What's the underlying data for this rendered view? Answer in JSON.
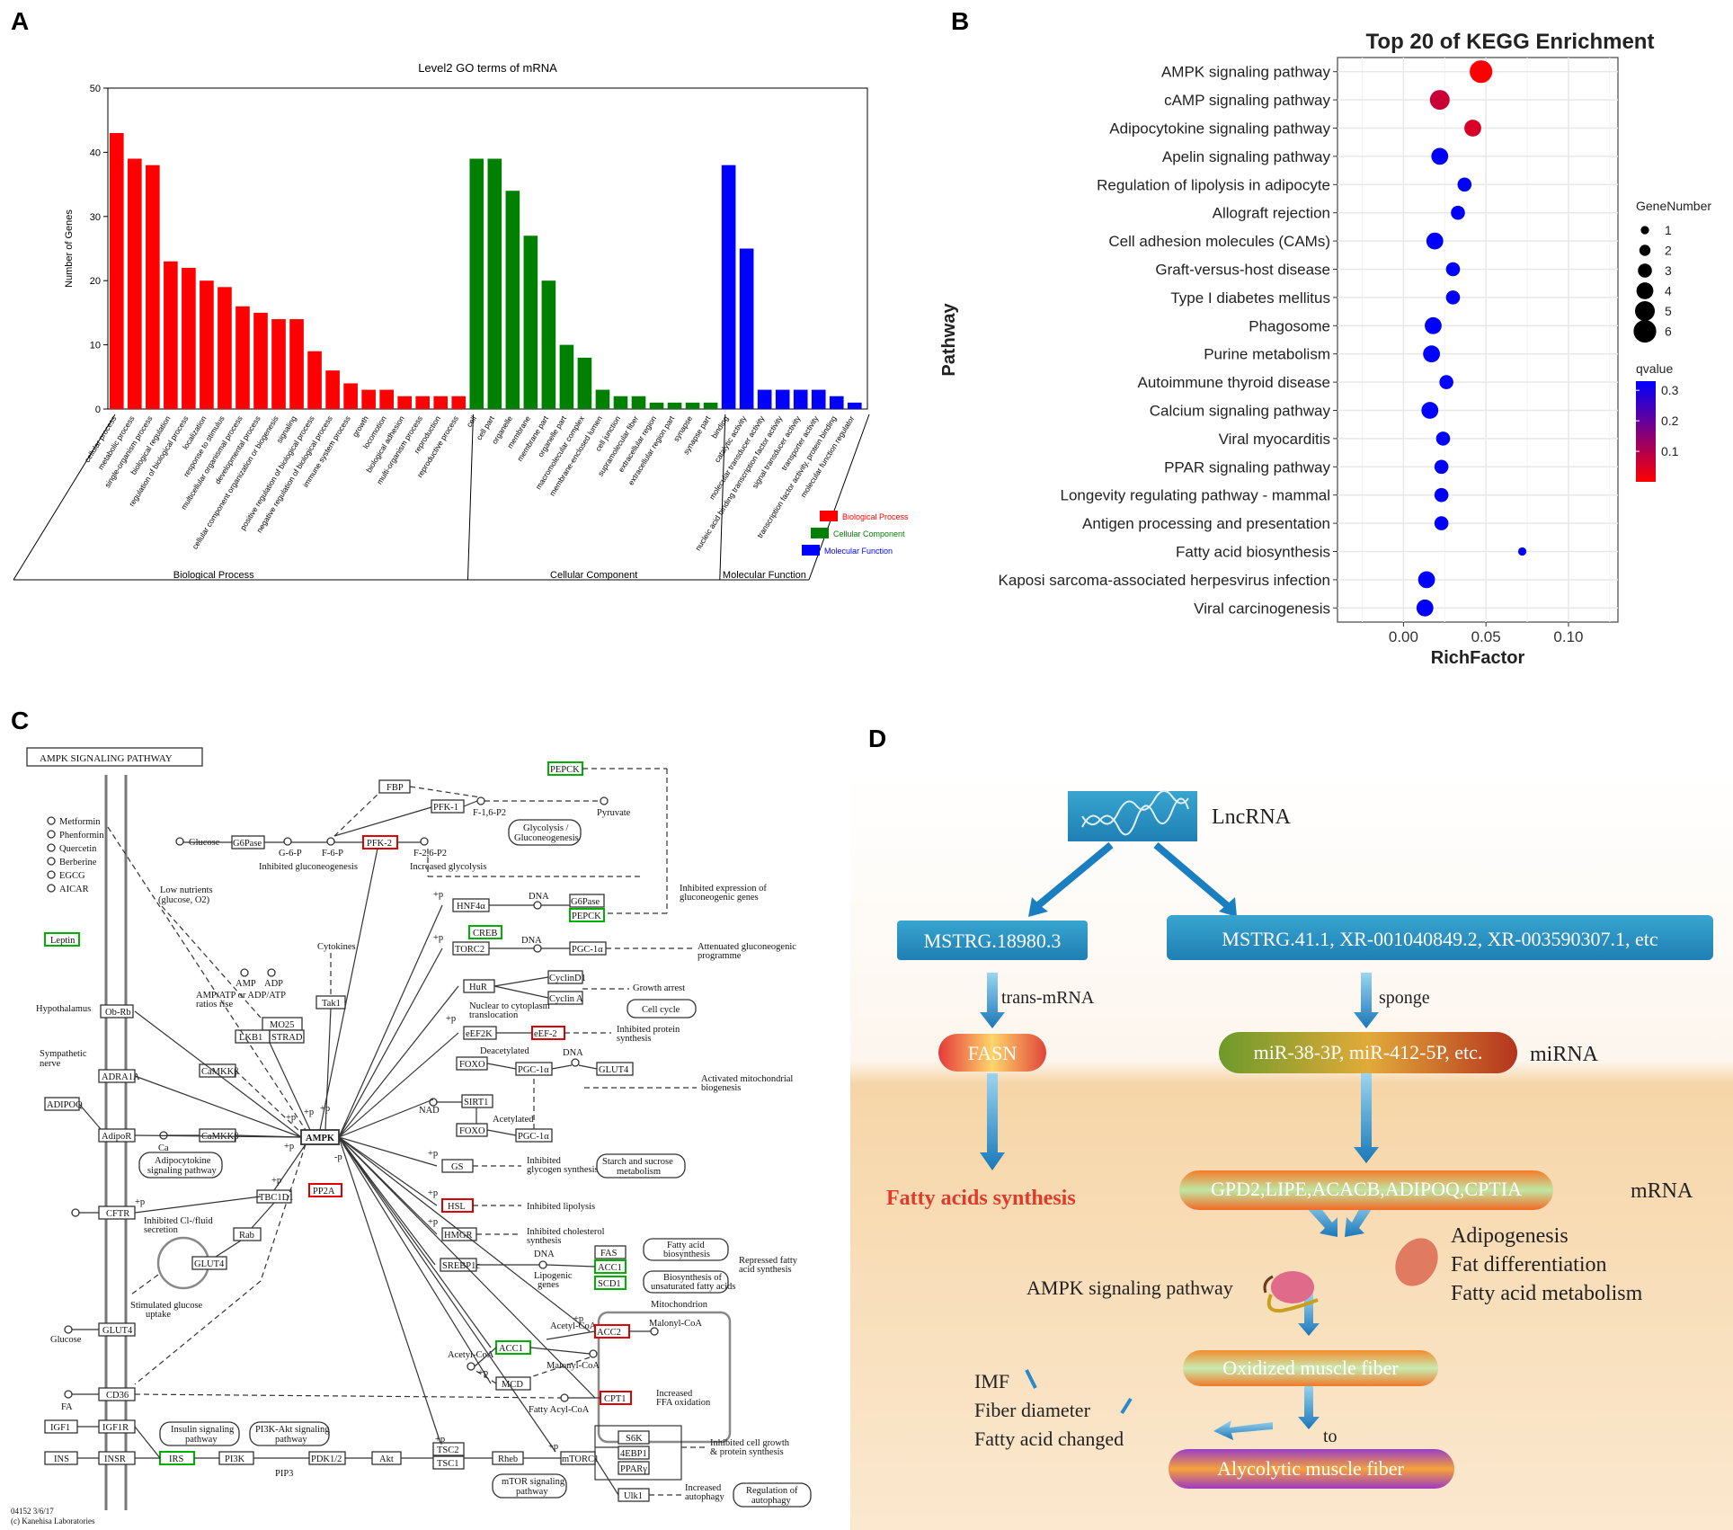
{
  "panels": {
    "a": "A",
    "b": "B",
    "c": "C",
    "d": "D"
  },
  "chart_data": [
    {
      "type": "bar",
      "panel": "A",
      "title": "Level2 GO terms of mRNA",
      "xlabel": "",
      "ylabel": "Number of Genes",
      "ylim": [
        0,
        50
      ],
      "yticks": [
        0,
        10,
        20,
        30,
        40,
        50
      ],
      "legend_position": "right",
      "groups": [
        {
          "name": "Biological Process",
          "label": "Biological Process",
          "color": "#ff0000",
          "categories": [
            "cellular process",
            "metabolic process",
            "single-organism process",
            "biological regulation",
            "regulation of biological process",
            "localization",
            "response to stimulus",
            "multicellular organismal process",
            "developmental process",
            "cellular component organization or biogenesis",
            "signaling",
            "positive regulation of biological process",
            "negative regulation of biological process",
            "immune system process",
            "growth",
            "locomotion",
            "biological adhesion",
            "multi-organism process",
            "reproduction",
            "reproductive process"
          ],
          "values": [
            43,
            39,
            38,
            23,
            22,
            20,
            19,
            16,
            15,
            14,
            14,
            9,
            6,
            4,
            3,
            3,
            2,
            2,
            2,
            2
          ]
        },
        {
          "name": "Cellular Component",
          "label": "Cellular Component",
          "color": "#008000",
          "categories": [
            "cell",
            "cell part",
            "organelle",
            "membrane",
            "membrane part",
            "organelle part",
            "macromolecular complex",
            "membrane-enclosed lumen",
            "cell junction",
            "supramolecular fiber",
            "extracellular region",
            "extracellular region part",
            "synapse",
            "synapse part"
          ],
          "values": [
            39,
            39,
            34,
            27,
            20,
            10,
            8,
            3,
            2,
            2,
            1,
            1,
            1,
            1
          ]
        },
        {
          "name": "Molecular Function",
          "label": "Molecular Function",
          "color": "#0000ff",
          "categories": [
            "binding",
            "catalytic activity",
            "molecular transducer activity",
            "nucleic acid binding transcription factor activity",
            "signal transducer activity",
            "transporter activity",
            "transcription factor activity, protein binding",
            "molecular function regulator"
          ],
          "values": [
            38,
            25,
            3,
            3,
            3,
            3,
            2,
            1
          ]
        }
      ]
    },
    {
      "type": "scatter",
      "panel": "B",
      "title": "Top 20 of KEGG Enrichment",
      "xlabel": "RichFactor",
      "ylabel": "Pathway",
      "xlim": [
        -0.04,
        0.13
      ],
      "xticks": [
        "0.00",
        "0.05",
        "0.10"
      ],
      "xtick_values": [
        0,
        0.05,
        0.1
      ],
      "grid": true,
      "size_legend_title": "GeneNumber",
      "size_legend": [
        1,
        2,
        3,
        4,
        5,
        6
      ],
      "color_legend_title": "qvalue",
      "color_legend_ticks": [
        "0.3",
        "0.2",
        "0.1"
      ],
      "color_legend_tick_values": [
        0.3,
        0.2,
        0.1
      ],
      "color_scale": {
        "low": "#ff0000",
        "high": "#0000ff",
        "qmin": 0.0,
        "qmax": 0.33
      },
      "points": [
        {
          "pathway": "AMPK signaling pathway",
          "richfactor": 0.047,
          "genes": 6,
          "qvalue": 0.0
        },
        {
          "pathway": "cAMP signaling pathway",
          "richfactor": 0.022,
          "genes": 5,
          "qvalue": 0.07
        },
        {
          "pathway": "Adipocytokine signaling pathway",
          "richfactor": 0.042,
          "genes": 4,
          "qvalue": 0.05
        },
        {
          "pathway": "Apelin signaling pathway",
          "richfactor": 0.022,
          "genes": 4,
          "qvalue": 0.33
        },
        {
          "pathway": "Regulation of lipolysis in adipocyte",
          "richfactor": 0.037,
          "genes": 3,
          "qvalue": 0.33
        },
        {
          "pathway": "Allograft rejection",
          "richfactor": 0.033,
          "genes": 3,
          "qvalue": 0.33
        },
        {
          "pathway": "Cell adhesion molecules (CAMs)",
          "richfactor": 0.019,
          "genes": 4,
          "qvalue": 0.33
        },
        {
          "pathway": "Graft-versus-host disease",
          "richfactor": 0.03,
          "genes": 3,
          "qvalue": 0.33
        },
        {
          "pathway": "Type I diabetes mellitus",
          "richfactor": 0.03,
          "genes": 3,
          "qvalue": 0.33
        },
        {
          "pathway": "Phagosome",
          "richfactor": 0.018,
          "genes": 4,
          "qvalue": 0.33
        },
        {
          "pathway": "Purine metabolism",
          "richfactor": 0.017,
          "genes": 4,
          "qvalue": 0.33
        },
        {
          "pathway": "Autoimmune thyroid disease",
          "richfactor": 0.026,
          "genes": 3,
          "qvalue": 0.33
        },
        {
          "pathway": "Calcium signaling pathway",
          "richfactor": 0.016,
          "genes": 4,
          "qvalue": 0.33
        },
        {
          "pathway": "Viral myocarditis",
          "richfactor": 0.024,
          "genes": 3,
          "qvalue": 0.33
        },
        {
          "pathway": "PPAR signaling pathway",
          "richfactor": 0.023,
          "genes": 3,
          "qvalue": 0.33
        },
        {
          "pathway": "Longevity regulating pathway - mammal",
          "richfactor": 0.023,
          "genes": 3,
          "qvalue": 0.33
        },
        {
          "pathway": "Antigen processing and presentation",
          "richfactor": 0.023,
          "genes": 3,
          "qvalue": 0.33
        },
        {
          "pathway": "Fatty acid biosynthesis",
          "richfactor": 0.072,
          "genes": 1,
          "qvalue": 0.33
        },
        {
          "pathway": "Kaposi sarcoma-associated herpesvirus infection",
          "richfactor": 0.014,
          "genes": 4,
          "qvalue": 0.33
        },
        {
          "pathway": "Viral carcinogenesis",
          "richfactor": 0.013,
          "genes": 4,
          "qvalue": 0.33
        }
      ]
    }
  ],
  "kegg": {
    "title": "AMPK SIGNALING PATHWAY",
    "footer1": "04152 3/6/17",
    "footer2": "(c) Kanehisa Laboratories",
    "drugs": [
      "Metformin",
      "Phenformin",
      "Quercetin",
      "Berberine",
      "EGCG",
      "AICAR"
    ],
    "cl": "Cl",
    "nodes": {
      "leptin": "Leptin",
      "obrb": "Ob-Rb",
      "adra1a": "ADRA1A",
      "adipoq": "ADIPOQ",
      "adipor": "AdipoR",
      "cftr": "CFTR",
      "glut4m": "GLUT4",
      "cd36": "CD36",
      "igf1": "IGF1",
      "igf1r": "IGF1R",
      "ins": "INS",
      "insr": "INSR",
      "irs": "IRS",
      "pi3k": "PI3K",
      "pdk": "PDK1/2",
      "akt": "Akt",
      "tsc2": "TSC2",
      "tsc1": "TSC1",
      "rheb": "Rheb",
      "mtorc1": "mTORC1",
      "s6k": "S6K",
      "ebp1": "4EBP1",
      "ppar": "PPARγ",
      "ulk1": "Ulk1",
      "ampk": "AMPK",
      "camkk1": "CaMKKβ",
      "camkk2": "CaMKKβ",
      "mo25": "MO25",
      "lkb1": "LKB1",
      "strad": "STRAD",
      "tak1": "Tak1",
      "tbc1d1": "TBC1D1",
      "rab": "Rab",
      "glut4v": "GLUT4",
      "pp2a": "PP2A",
      "g6pase": "G6Pase",
      "pfk2": "PFK-2",
      "fbp": "FBP",
      "pfk1": "PFK-1",
      "pepck": "PEPCK",
      "hnf4a": "HNF4α",
      "g6pase2": "G6Pase",
      "pepck2": "PEPCK",
      "creb": "CREB",
      "torc2": "TORC2",
      "pgc1a": "PGC-1α",
      "hur": "HuR",
      "cyclind1": "CyclinD1",
      "cyclina": "Cyclin A",
      "eef2k": "eEF2K",
      "eef2": "eEF-2",
      "foxo": "FOXO",
      "pgc1a2": "PGC-1α",
      "glut4b": "GLUT4",
      "sirt1": "SIRT1",
      "foxo2": "FOXO",
      "pgc1a3": "PGC-1α",
      "gs": "GS",
      "hsl": "HSL",
      "hmgr": "HMGR",
      "srebp1c": "SREBP1c",
      "fas": "FAS",
      "acc1": "ACC1",
      "scd1": "SCD1",
      "acc1b": "ACC1",
      "acc2": "ACC2",
      "mcd": "MCD",
      "cpt1": "CPT1"
    },
    "labels": {
      "glucose": "Glucose",
      "g6p": "G-6-P",
      "f6p": "F-6-P",
      "f16p2": "F-1,6-P2",
      "f26p2": "F-2,6-P2",
      "pyruvate": "Pyruvate",
      "glycolysis1": "Glycolysis /",
      "glycolysis2": "Gluconeogenesis",
      "inhgluco": "Inhibited gluconeogenesis",
      "incglyco": "Increased glycolysis",
      "inhexpr1": "Inhibited expression of",
      "inhexpr2": "gluconeogenic genes",
      "lownut1": "Low nutrients",
      "lownut2": "(glucose, O2)",
      "amp": "AMP",
      "adp": "ADP",
      "ampatp1": "AMP/ATP or ADP/ATP",
      "ampatp2": "ratios rise",
      "cytokines": "Cytokines",
      "hypothalamus": "Hypothalamus",
      "symp1": "Sympathetic",
      "symp2": "nerve",
      "ca": "Ca",
      "nad": "NAD",
      "adipo1": "Adipocytokine",
      "adipo2": "signaling pathway",
      "inhcl1": "Inhibited Cl-/fluid",
      "inhcl2": "secretion",
      "stim1": "Stimulated glucose",
      "stim2": "uptake",
      "glucose2": "Glucose",
      "fa": "FA",
      "pip3": "PIP3",
      "insulin1": "Insulin signaling",
      "insulin2": "pathway",
      "pi3kakt1": "PI3K-Akt signaling",
      "pi3kakt2": "pathway",
      "mtor1": "mTOR signaling",
      "mtor2": "pathway",
      "dna1": "DNA",
      "dna2": "DNA",
      "dna3": "DNA",
      "dna4": "DNA",
      "atten1": "Attenuated gluconeogenic",
      "atten2": "programme",
      "growth": "Growth arrest",
      "cellcycle": "Cell cycle",
      "nuc1": "Nuclear to cytoplasm",
      "nuc2": "translocation",
      "inhprot1": "Inhibited protein",
      "inhprot2": "synthesis",
      "deacet": "Deacetylated",
      "acet": "Acetylated",
      "actmito1": "Activated mitochondrial",
      "actmito2": "biogenesis",
      "inhglyc1": "Inhibited",
      "inhglyc2": "glycogen synthesis",
      "starch1": "Starch and sucrose",
      "starch2": "metabolism",
      "inhlip": "Inhibited lipolysis",
      "inhchol1": "Inhibited cholesterol",
      "inhchol2": "synthesis",
      "lipog1": "Lipogenic",
      "lipog2": "genes",
      "fabio1": "Fatty acid",
      "fabio2": "biosynthesis",
      "bious1": "Biosynthesis of",
      "bious2": "unsaturated fatty acids",
      "repr1": "Repressed fatty",
      "repr2": "acid synthesis",
      "mito": "Mitochondrion",
      "acoa1": "Acetyl-CoA",
      "mcoa1": "Malonyl-CoA",
      "acoa2": "Acetyl-CoA",
      "mcoa2": "Malonyl-CoA",
      "facoa": "Fatty Acyl-CoA",
      "incffa1": "Increased",
      "incffa2": "FFA oxidation",
      "inhcell1": "Inhibited cell growth",
      "inhcell2": "& protein synthesis",
      "incauto1": "Increased",
      "incauto2": "autophagy",
      "regauto1": "Regulation of",
      "regauto2": "autophagy",
      "p": "+p",
      "mp": "-p"
    }
  },
  "diagram_d": {
    "lncrna": "LncRNA",
    "left_box": "MSTRG.18980.3",
    "right_box": "MSTRG.41.1, XR-001040849.2, XR-003590307.1, etc",
    "trans": "trans-mRNA",
    "sponge": "sponge",
    "fasn": "FASN",
    "mirna_box": "miR-38-3P, miR-412-5P, etc.",
    "mirna": "miRNA",
    "fatty_acids": "Fatty acids synthesis",
    "mrna_box": "GPD2,LIPE,ACACB,ADIPOQ,CPTIA",
    "mrna": "mRNA",
    "adipogenesis": "Adipogenesis",
    "fat_diff": "Fat differentiation",
    "fa_metab": "Fatty acid metabolism",
    "ampk": "AMPK signaling pathway",
    "oxidized": "Oxidized muscle fiber",
    "imf": "IMF",
    "fiber_diam": "Fiber diameter",
    "fa_changed": "Fatty acid changed",
    "to": "to",
    "alycolytic": "Alycolytic muscle fiber"
  }
}
